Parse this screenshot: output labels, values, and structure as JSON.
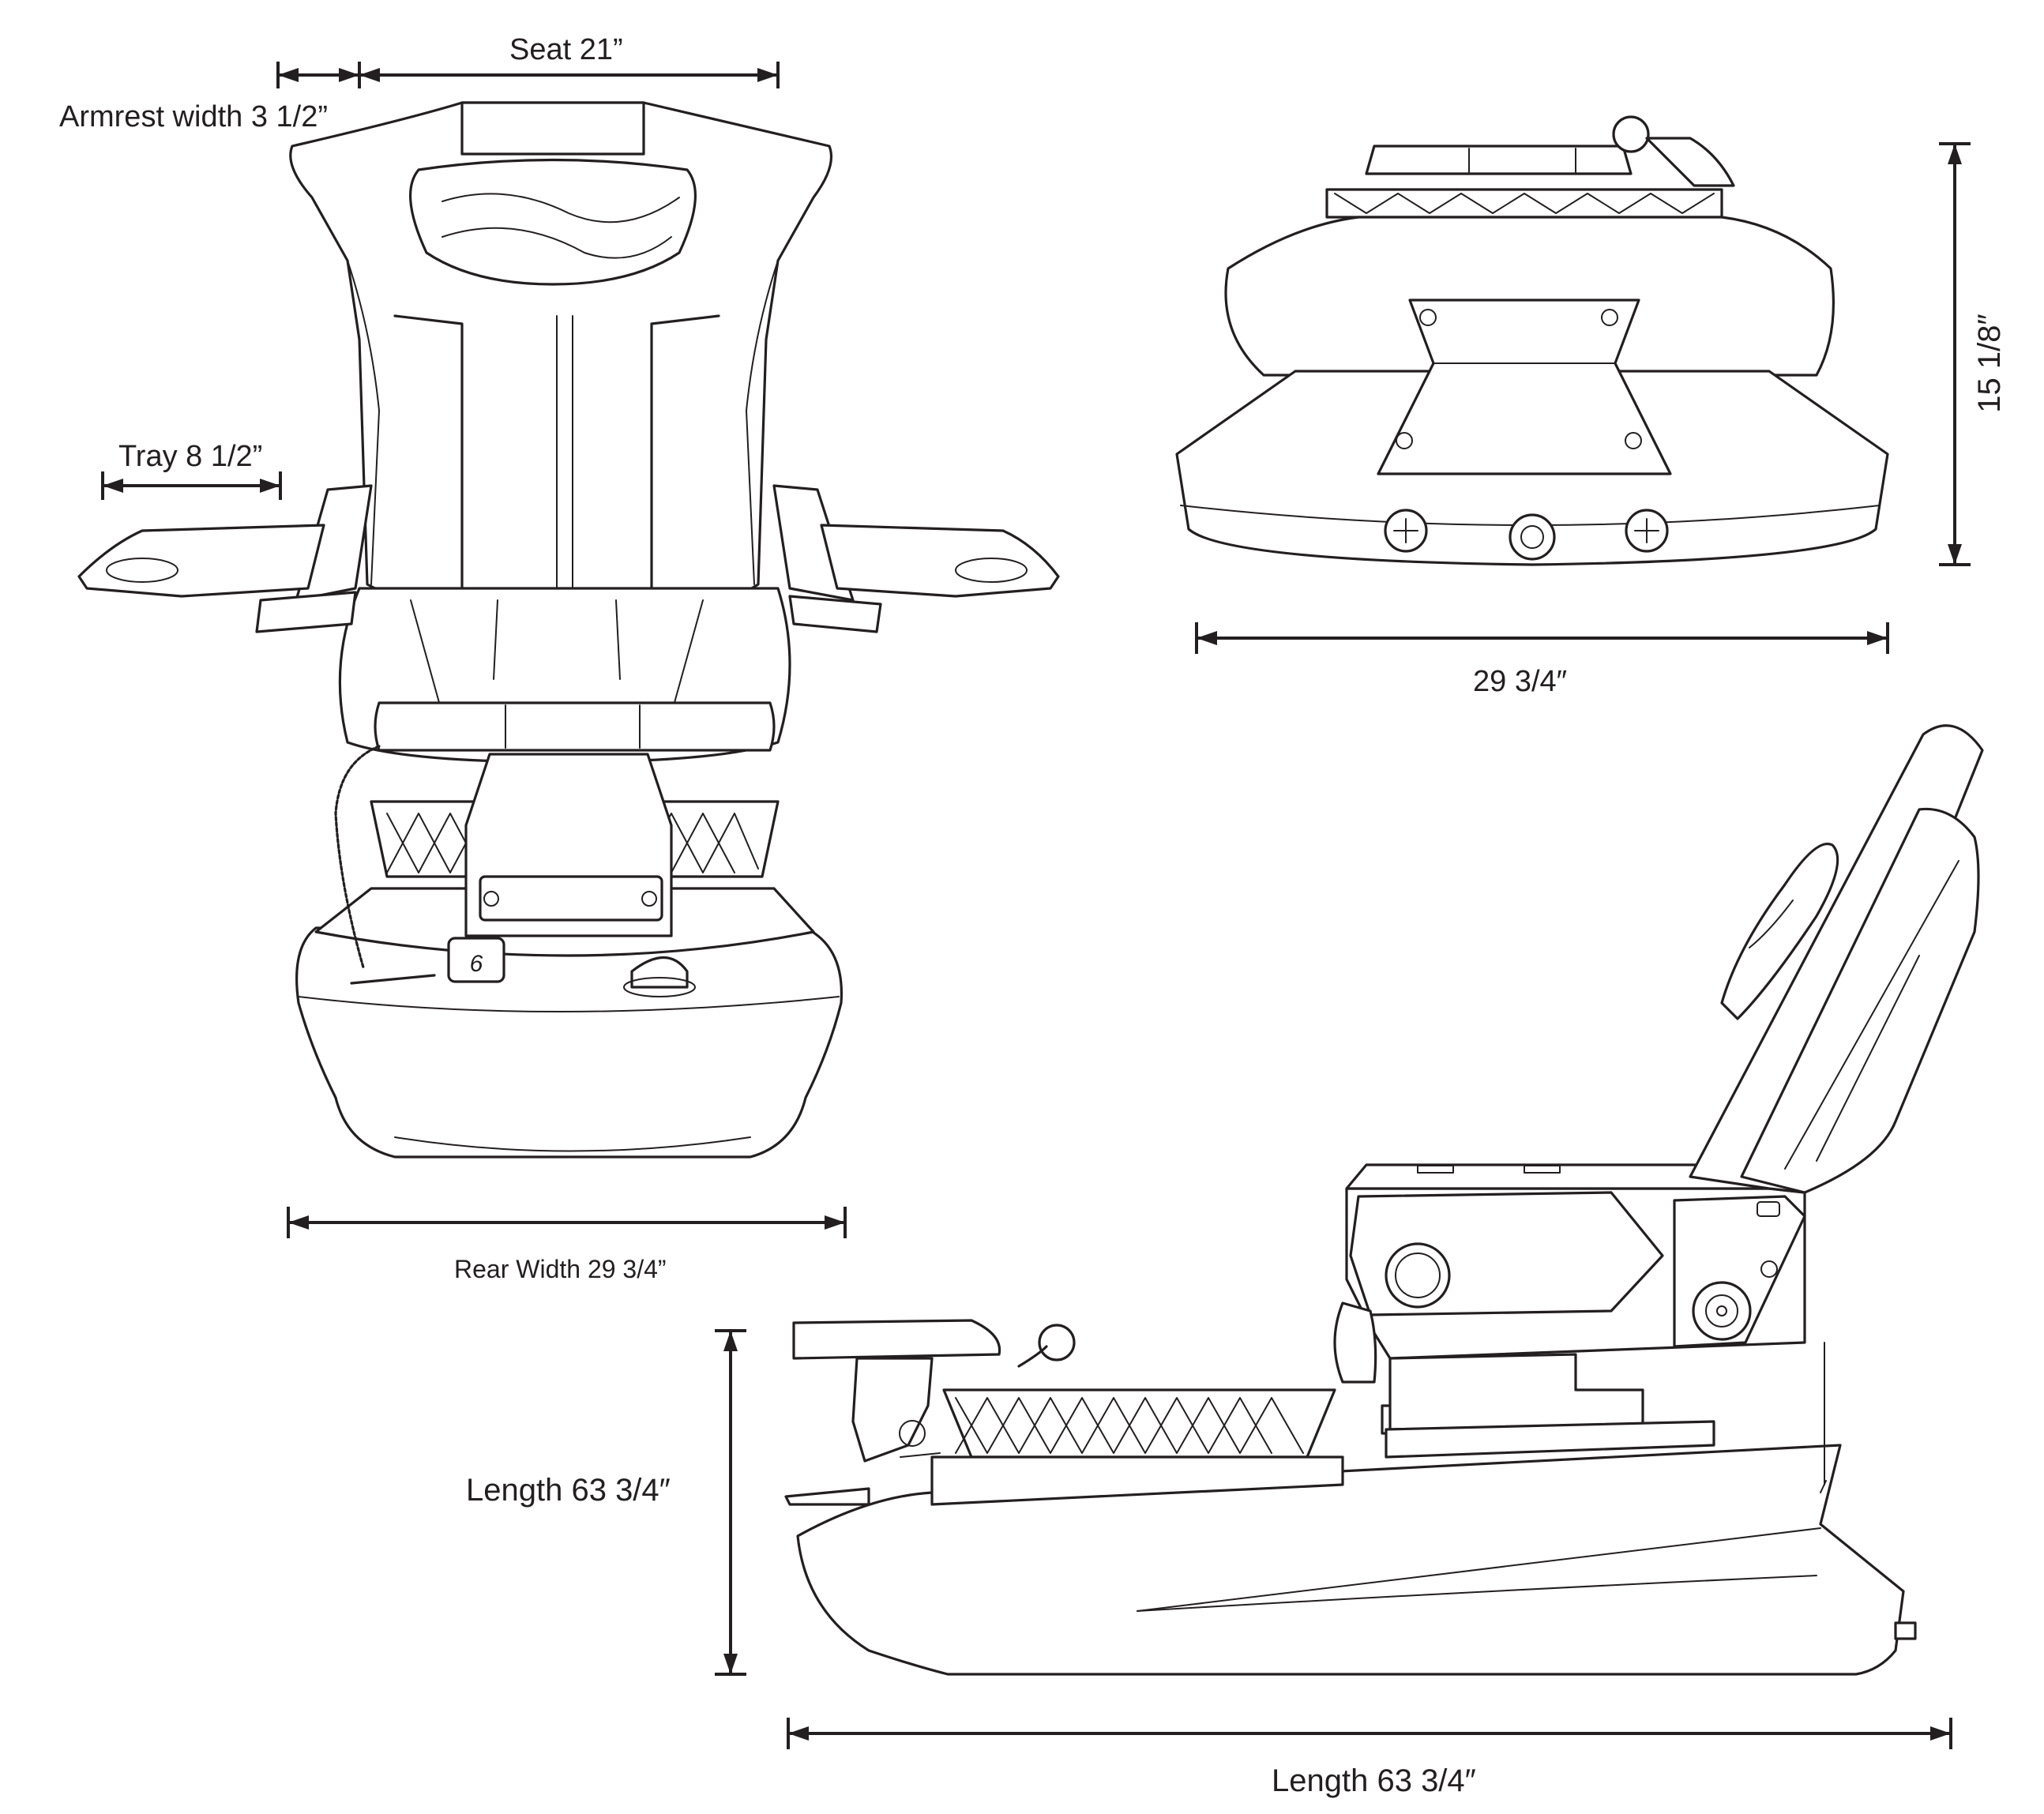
{
  "diagram": {
    "title": "",
    "views": {
      "front": {
        "armrest_label": "Armrest width 3 1/2”",
        "seat_label": "Seat 21”",
        "tray_label": "Tray 8 1/2”",
        "rear_width_label": "Rear Width 29 3/4”",
        "control_glyph": "6"
      },
      "back": {
        "width_label": "29 3/4″",
        "height_label": "15 1/8″"
      },
      "side": {
        "height_label": "Length 63 3/4″",
        "length_label": "Length 63 3/4″"
      }
    },
    "colors": {
      "line": "#231f20",
      "background": "#ffffff"
    }
  }
}
